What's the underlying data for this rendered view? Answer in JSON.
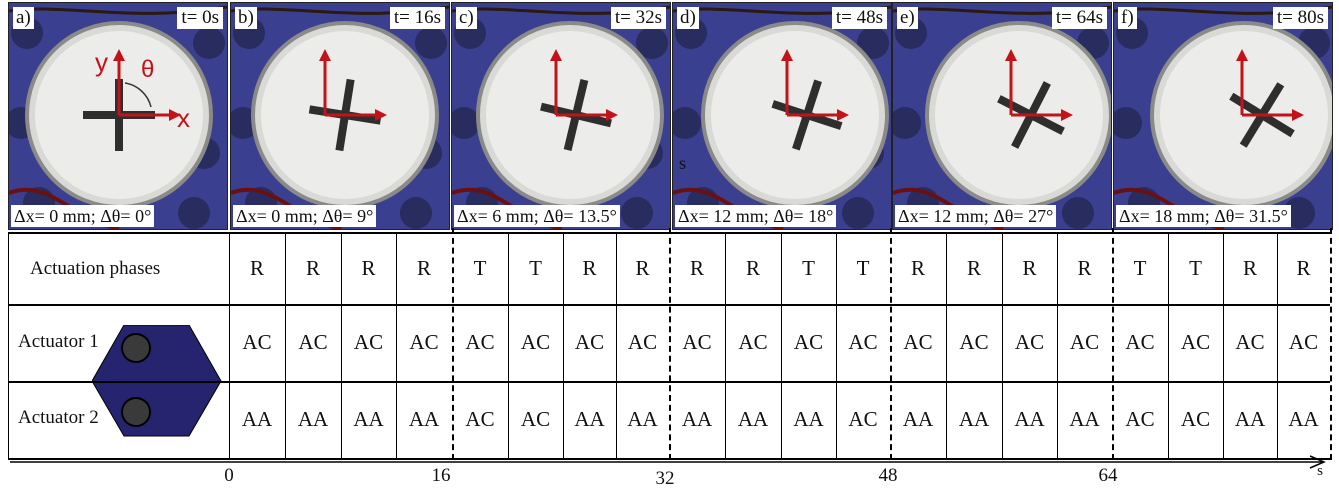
{
  "panels": [
    {
      "tag": "a)",
      "time": "t= 0s",
      "delta": "Δx= 0 mm; Δθ= 0°",
      "rotation_deg": 0,
      "shift_mm": 0,
      "axis_labels": {
        "y": "y",
        "x": "x",
        "theta": "θ"
      }
    },
    {
      "tag": "b)",
      "time": "t= 16s",
      "delta": "Δx= 0 mm; Δθ= 9°",
      "rotation_deg": 9,
      "shift_mm": 0
    },
    {
      "tag": "c)",
      "time": "t= 32s",
      "delta": "Δx= 6 mm; Δθ= 13.5°",
      "rotation_deg": 13.5,
      "shift_mm": 6
    },
    {
      "tag": "d)",
      "time": "t= 48s",
      "delta": "Δx= 12 mm; Δθ= 18°",
      "rotation_deg": 18,
      "shift_mm": 12,
      "stray_mark": "s"
    },
    {
      "tag": "e)",
      "time": "t= 64s",
      "delta": "Δx= 12 mm; Δθ= 27°",
      "rotation_deg": 27,
      "shift_mm": 12
    },
    {
      "tag": "f)",
      "time": "t= 80s",
      "delta": "Δx= 18 mm; Δθ= 31.5°",
      "rotation_deg": 31.5,
      "shift_mm": 18
    }
  ],
  "table": {
    "phase_label": "Actuation phases",
    "actuator1_label": "Actuator 1",
    "actuator2_label": "Actuator 2",
    "phases": [
      "R",
      "R",
      "R",
      "R",
      "T",
      "T",
      "R",
      "R",
      "R",
      "R",
      "T",
      "T",
      "R",
      "R",
      "R",
      "R",
      "T",
      "T",
      "R",
      "R"
    ],
    "actuator1": [
      "AC",
      "AC",
      "AC",
      "AC",
      "AC",
      "AC",
      "AC",
      "AC",
      "AC",
      "AC",
      "AC",
      "AC",
      "AC",
      "AC",
      "AC",
      "AC",
      "AC",
      "AC",
      "AC",
      "AC"
    ],
    "actuator2": [
      "AA",
      "AA",
      "AA",
      "AA",
      "AC",
      "AC",
      "AA",
      "AA",
      "AA",
      "AA",
      "AA",
      "AC",
      "AA",
      "AA",
      "AA",
      "AA",
      "AC",
      "AC",
      "AA",
      "AA"
    ]
  },
  "axis": {
    "ticks": [
      "0",
      "16",
      "32",
      "48",
      "64"
    ],
    "unit": "s"
  },
  "colors": {
    "plate": "#3b3f8f",
    "dish": "#ececea",
    "marker": "#2e2e2e",
    "arrow": "#c4121a",
    "hexagon": "#26246e"
  }
}
